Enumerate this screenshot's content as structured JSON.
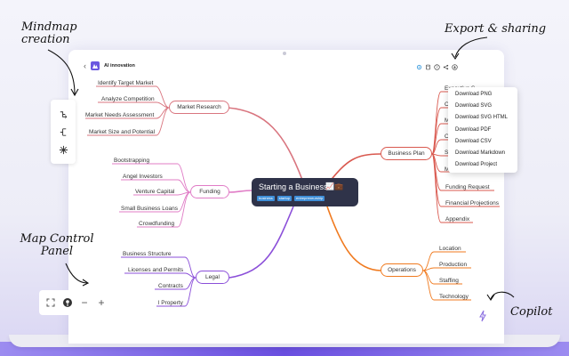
{
  "annotations": {
    "mindmap_creation": "Mindmap creation",
    "export_sharing": "Export & sharing",
    "map_control_panel": "Map Control Panel",
    "copilot": "Copilot"
  },
  "app": {
    "title": "AI innovation"
  },
  "center": {
    "title": "Starting a Business",
    "tags": [
      "business",
      "startup",
      "entrepreneurship"
    ]
  },
  "branches": {
    "market_research": {
      "label": "Market Research",
      "children": [
        "Identify Target Market",
        "Analyze Competition",
        "Market Needs Assessment",
        "Market Size and Potential"
      ]
    },
    "funding": {
      "label": "Funding",
      "children": [
        "Bootstrapping",
        "Angel Investors",
        "Venture Capital",
        "Small Business Loans",
        "Crowdfunding"
      ]
    },
    "legal": {
      "label": "Legal",
      "children": [
        "Business Structure",
        "Licenses and Permits",
        "Contracts",
        "l Property"
      ]
    },
    "business_plan": {
      "label": "Business Plan",
      "children": [
        "Executive S",
        "C",
        "M",
        "O",
        "Se",
        "Marketing a",
        "Funding Request",
        "Financial Projections",
        "Appendix"
      ]
    },
    "operations": {
      "label": "Operations",
      "children": [
        "Location",
        "Production",
        "Staffing",
        "Technology"
      ]
    }
  },
  "export_menu": {
    "items": [
      "Download PNG",
      "Download SVG",
      "Download SVG HTML",
      "Download PDF",
      "Download CSV",
      "Download Markdown",
      "Download Project"
    ]
  },
  "map_control": {
    "minus": "−",
    "plus": "+"
  },
  "colors": {
    "market_research": "#d9757f",
    "funding": "#e07cc6",
    "legal": "#8b4fd9",
    "business_plan": "#d9594f",
    "operations": "#f07a1f",
    "center_bg": "#2f3349",
    "tag_bg": "#3f8fd9",
    "accent": "#6b57e0"
  },
  "icons": {
    "left_panel": [
      "add-child-icon",
      "add-sibling-icon",
      "ai-generate-icon"
    ],
    "toolbar": [
      "settings-icon",
      "share-icon",
      "help-icon",
      "link-icon",
      "export-icon"
    ],
    "map_control": [
      "fit-screen-icon",
      "locate-icon"
    ]
  }
}
